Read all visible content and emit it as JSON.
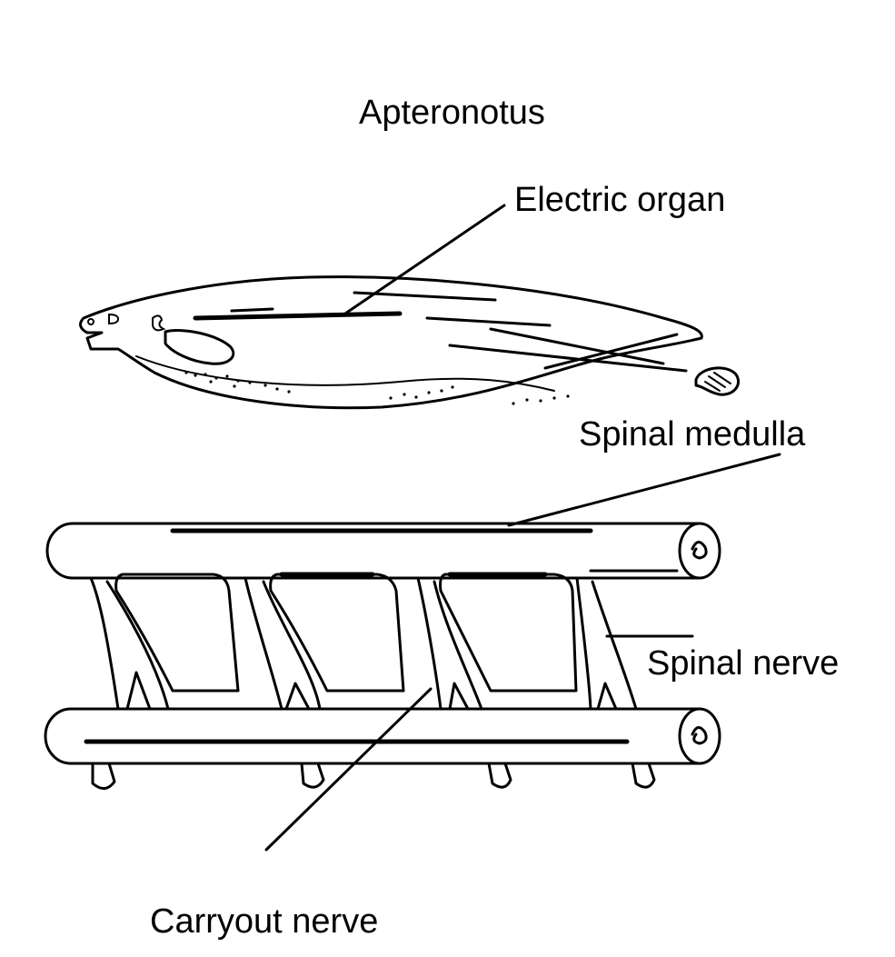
{
  "diagram": {
    "title": "Apteronotus",
    "labels": {
      "electric_organ": "Electric organ",
      "spinal_medulla": "Spinal medulla",
      "spinal_nerve": "Spinal nerve",
      "carryout_nerve": "Carryout nerve"
    }
  },
  "colors": {
    "ink": "#000000",
    "background": "#ffffff"
  }
}
